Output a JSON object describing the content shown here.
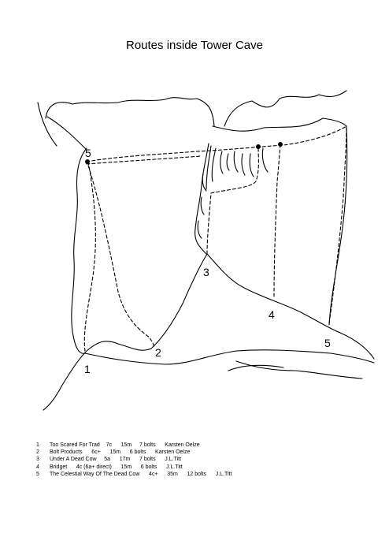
{
  "title": "Routes inside Tower Cave",
  "markers": [
    {
      "id": "1",
      "label": "1"
    },
    {
      "id": "2",
      "label": "2"
    },
    {
      "id": "3",
      "label": "3"
    },
    {
      "id": "4",
      "label": "4"
    },
    {
      "id": "5a",
      "label": "5"
    },
    {
      "id": "5b",
      "label": "5"
    }
  ],
  "legend": [
    {
      "num": "1",
      "text": "Too Scared For Trad    7c      15m     7 bolts      Karsten Oelze"
    },
    {
      "num": "2",
      "text": "Bolt Products      6c+      15m      6 bolts      Karsten Oelze"
    },
    {
      "num": "3",
      "text": "Under A Dead Cow     5a      17m      7 bolts      J.L.Titt"
    },
    {
      "num": "4",
      "text": "Bridget      4c (6a+ direct)      15m      6 bolts      J.L.Titt"
    },
    {
      "num": "5",
      "text": "The Celestial Way Of The Dead Cow      4c+      35m      12 bolts      J.L.Titt"
    }
  ]
}
